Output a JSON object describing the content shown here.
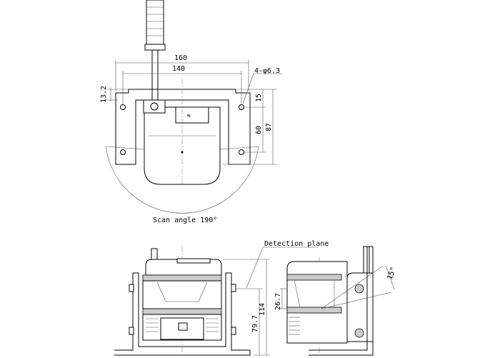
{
  "top_view": {
    "dim_overall_width": "160",
    "dim_hole_pitch": "140",
    "dim_hole_spec": "4-φ6.3",
    "dim_top_offset": "13.2",
    "dim_top_hole": "15",
    "dim_hole_vertical": "60",
    "dim_overall_depth": "87",
    "scan_angle": "Scan angle 190°"
  },
  "front_view": {
    "detection_plane": "Detection plane",
    "dim_total_height": "114",
    "dim_plane_height": "79.7"
  },
  "side_view": {
    "dim_window": "26.7",
    "tilt_angle": "15°"
  }
}
